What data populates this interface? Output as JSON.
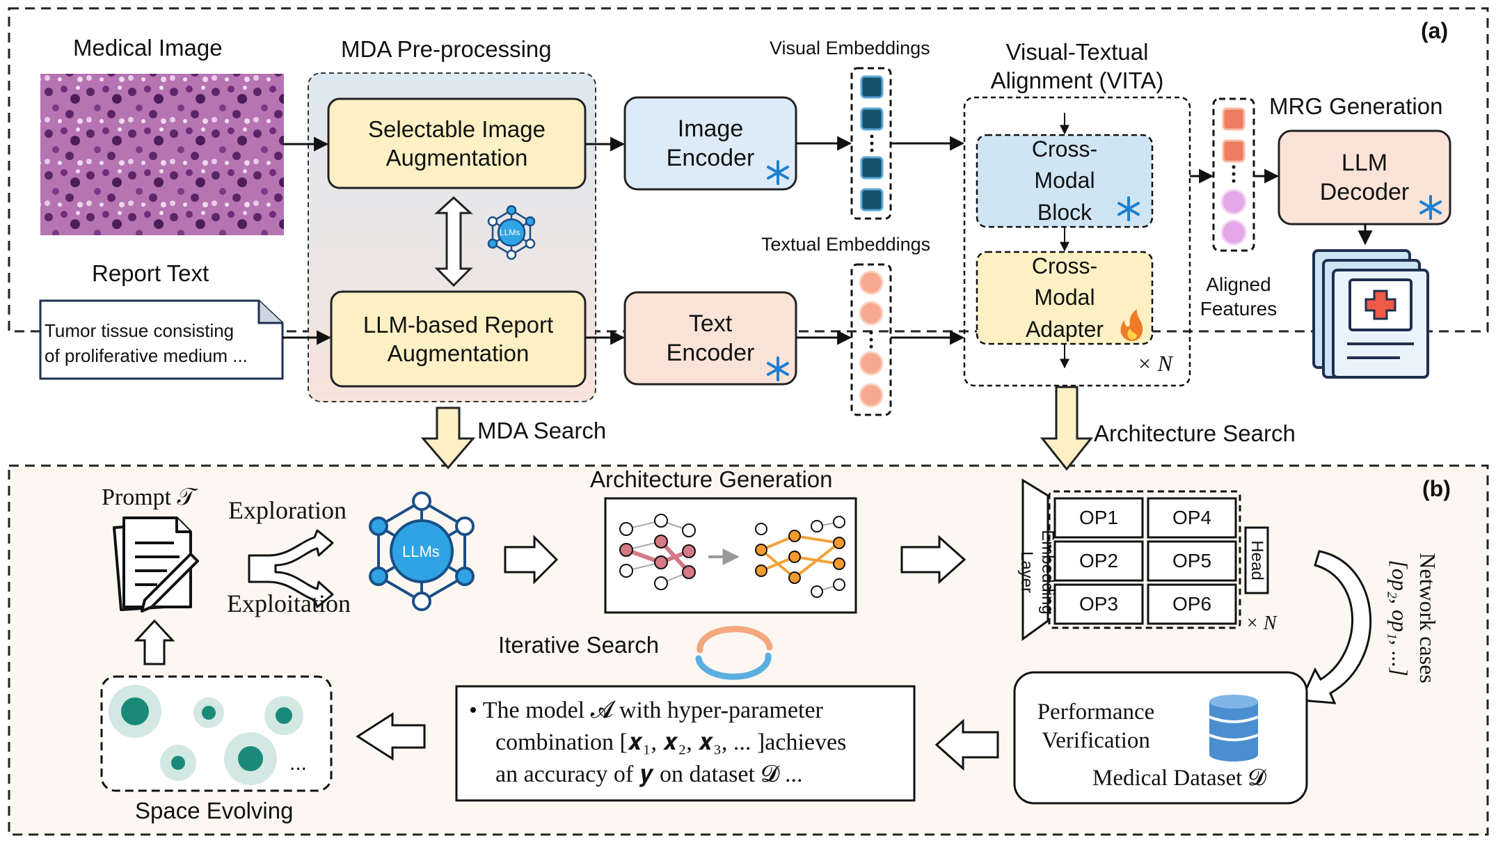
{
  "panel_a": {
    "tag": "(a)",
    "medical_image_label": "Medical Image",
    "report_text_label": "Report Text",
    "report_text_lines": [
      "Tumor tissue consisting",
      "of  proliferative medium ..."
    ],
    "mda_title": "MDA Pre-processing",
    "image_aug_lines": [
      "Selectable Image",
      "Augmentation"
    ],
    "report_aug_lines": [
      "LLM-based Report",
      "Augmentation"
    ],
    "llm_hub_label": "LLMs",
    "image_encoder_lines": [
      "Image",
      "Encoder"
    ],
    "text_encoder_lines": [
      "Text",
      "Encoder"
    ],
    "visual_embeddings_label": "Visual Embeddings",
    "textual_embeddings_label": "Textual Embeddings",
    "vita_title_lines": [
      "Visual-Textual",
      "Alignment (VITA)"
    ],
    "cross_modal_block_lines": [
      "Cross-",
      "Modal",
      "Block"
    ],
    "cross_modal_adapter_lines": [
      "Cross-",
      "Modal",
      "Adapter"
    ],
    "repeat_label": "× N",
    "aligned_features_lines": [
      "Aligned",
      "Features"
    ],
    "mrg_title": "MRG Generation",
    "llm_decoder_lines": [
      "LLM",
      "Decoder"
    ],
    "mda_search_label": "MDA Search",
    "architecture_search_label": "Architecture Search"
  },
  "panel_b": {
    "tag": "(b)",
    "prompt_label": "Prompt 𝒯",
    "exploration_label": "Exploration",
    "exploitation_label": "Exploitation",
    "llms_label": "LLMs",
    "arch_gen_title": "Architecture Generation",
    "embedding_layer_lines": [
      "Embedding",
      "Layer"
    ],
    "ops": [
      "OP1",
      "OP4",
      "OP2",
      "OP5",
      "OP3",
      "OP6"
    ],
    "head_label": "Head",
    "repeat_label": "× N",
    "network_cases_lines": [
      "Network cases",
      "[op₂, op₁, ...]"
    ],
    "iterative_search_label": "Iterative Search",
    "performance_lines": [
      "Performance",
      "Verification"
    ],
    "medical_dataset_label": "Medical Dataset 𝓓",
    "model_text_lines": [
      "•  The model 𝓐 with hyper-parameter",
      "combination  [𝒙₁, 𝒙₂, 𝒙₃, ... ]achieves",
      "an accuracy of 𝒚 on dataset 𝓓 ..."
    ],
    "space_evolving_label": "Space Evolving",
    "ellipsis": "..."
  },
  "colors": {
    "yellow_box": "#fdf0c4",
    "blue_box": "#dcebf7",
    "pink_box": "#fbe3d8",
    "dark_square": "#17506b",
    "salmon_square": "#ec7d60",
    "peach_circle": "#f6a98e",
    "violet_circle": "#e3a8e8",
    "teal": "#1a8a78",
    "llm_blue": "#2fa3e3",
    "beige_bg": "#fcf8f1"
  }
}
